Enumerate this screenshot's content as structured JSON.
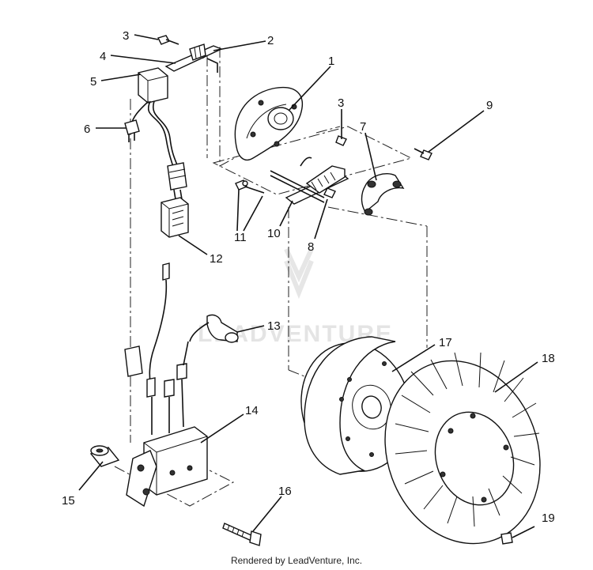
{
  "watermark": "LEADVENTURE",
  "footer": "Rendered by LeadVenture, Inc.",
  "callouts": {
    "c1": "1",
    "c2": "2",
    "c3a": "3",
    "c3b": "3",
    "c4": "4",
    "c5": "5",
    "c6": "6",
    "c7": "7",
    "c8": "8",
    "c9": "9",
    "c10": "10",
    "c11": "11",
    "c12": "12",
    "c13": "13",
    "c14": "14",
    "c15": "15",
    "c16": "16",
    "c17": "17",
    "c18": "18",
    "c19": "19"
  }
}
